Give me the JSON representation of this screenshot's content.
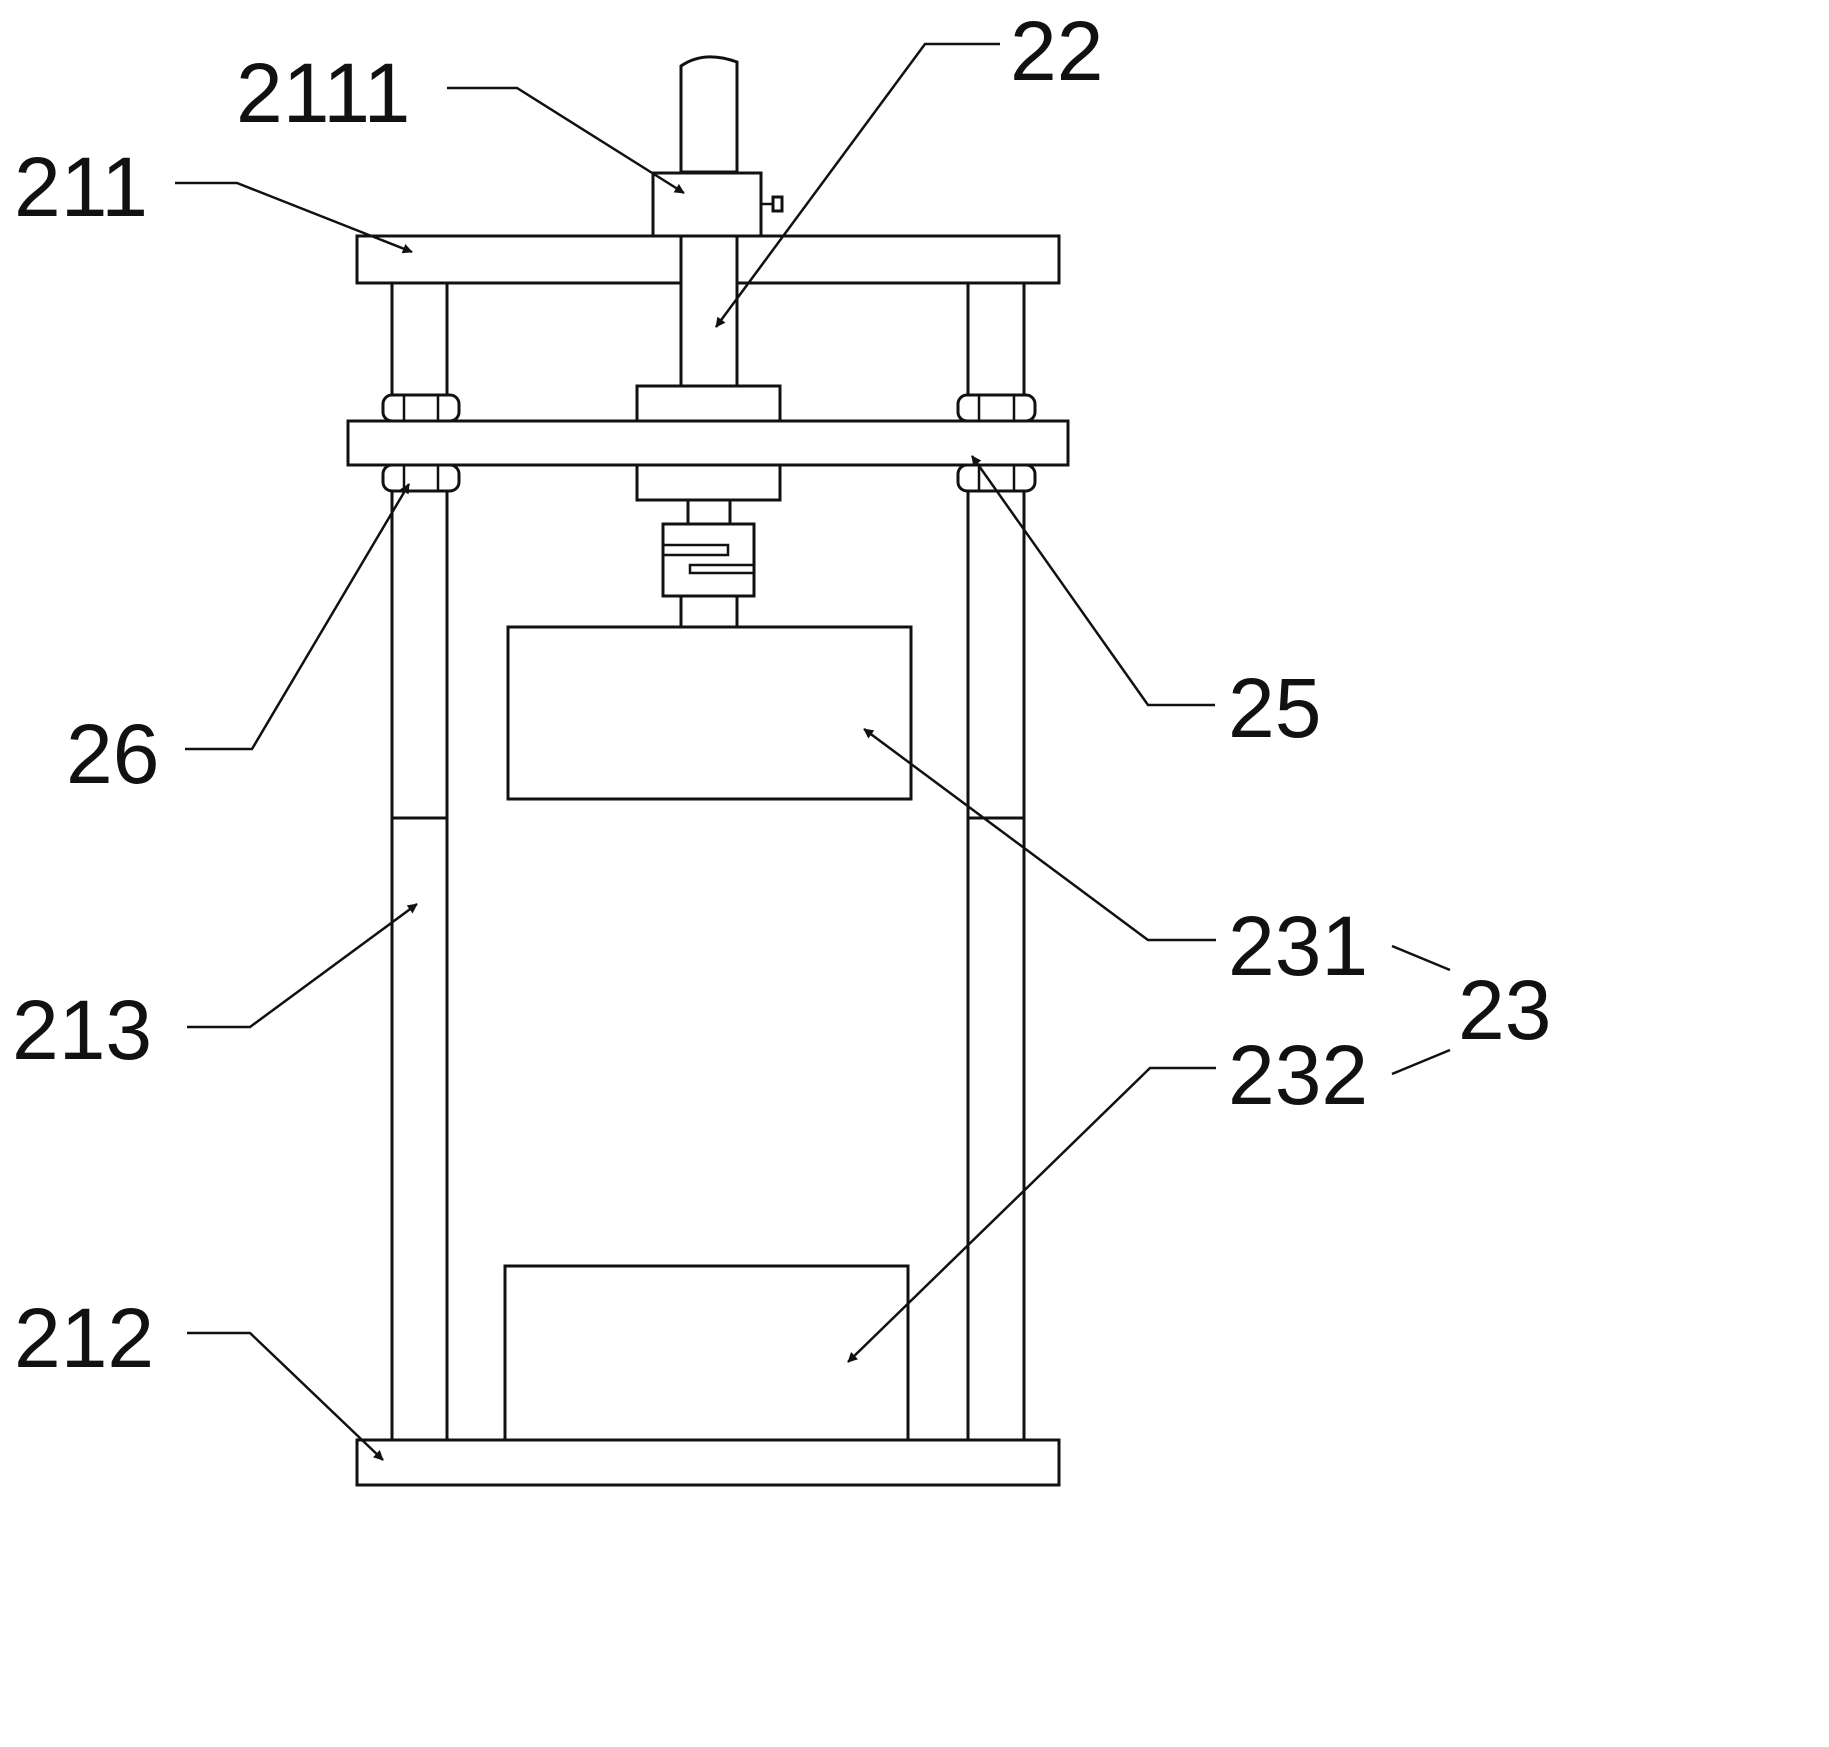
{
  "labels": {
    "l2111": "2111",
    "l211": "211",
    "l22": "22",
    "l25": "25",
    "l26": "26",
    "l231": "231",
    "l23": "23",
    "l232": "232",
    "l213": "213",
    "l212": "212"
  }
}
